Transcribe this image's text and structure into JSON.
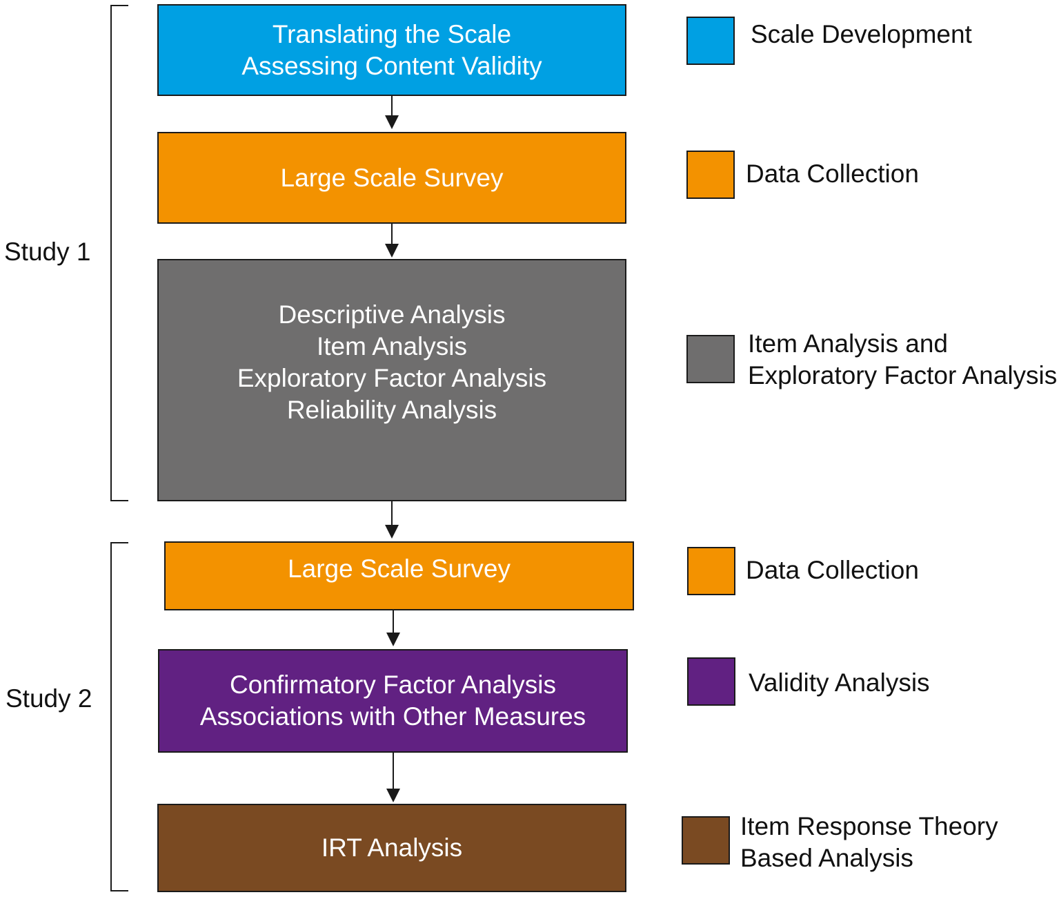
{
  "colors": {
    "scale_development": "#00a0e3",
    "data_collection": "#f39200",
    "item_analysis": "#6f6e6e",
    "validity": "#612182",
    "irt": "#7a4a22",
    "line": "#1a1a1a"
  },
  "studies": {
    "study1": "Study 1",
    "study2": "Study 2"
  },
  "boxes": {
    "translating": [
      "Translating the Scale",
      "Assessing Content Validity"
    ],
    "survey1": [
      "Large Scale Survey"
    ],
    "analysis": [
      "Descriptive Analysis",
      "Item Analysis",
      "Exploratory Factor Analysis",
      "Reliability Analysis"
    ],
    "survey2": [
      "Large Scale Survey"
    ],
    "confirmatory": [
      "Confirmatory Factor Analysis",
      "Associations with Other Measures"
    ],
    "irt": [
      "IRT Analysis"
    ]
  },
  "legend": {
    "scale_development": [
      "Scale Development"
    ],
    "data_collection_1": [
      "Data Collection"
    ],
    "item_analysis": [
      "Item Analysis and",
      "Exploratory Factor Analysis"
    ],
    "data_collection_2": [
      "Data Collection"
    ],
    "validity": [
      "Validity Analysis"
    ],
    "irt": [
      "Item Response Theory",
      "Based Analysis"
    ]
  }
}
